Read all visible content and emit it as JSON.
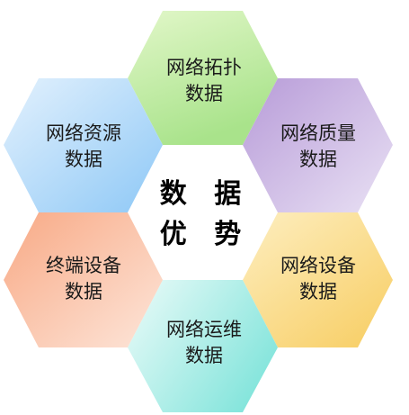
{
  "center": {
    "line1": "数 据",
    "line2": "优 势"
  },
  "hexagons": {
    "topology": {
      "line1": "网络拓扑",
      "line2": "数据",
      "color_start": "#e2f7c9",
      "color_end": "#a9e38b"
    },
    "quality": {
      "line1": "网络质量",
      "line2": "数据",
      "color_start": "#b79bd8",
      "color_end": "#e9e1f4"
    },
    "device": {
      "line1": "网络设备",
      "line2": "数据",
      "color_start": "#fdeec0",
      "color_end": "#f8d06a"
    },
    "ops": {
      "line1": "网络运维",
      "line2": "数据",
      "color_start": "#ecfbf9",
      "color_end": "#85e5dc"
    },
    "terminal": {
      "line1": "终端设备",
      "line2": "数据",
      "color_start": "#f8a985",
      "color_end": "#fde6da"
    },
    "resource": {
      "line1": "网络资源",
      "line2": "数据",
      "color_start": "#e3f1fd",
      "color_end": "#8ec8f6"
    }
  }
}
